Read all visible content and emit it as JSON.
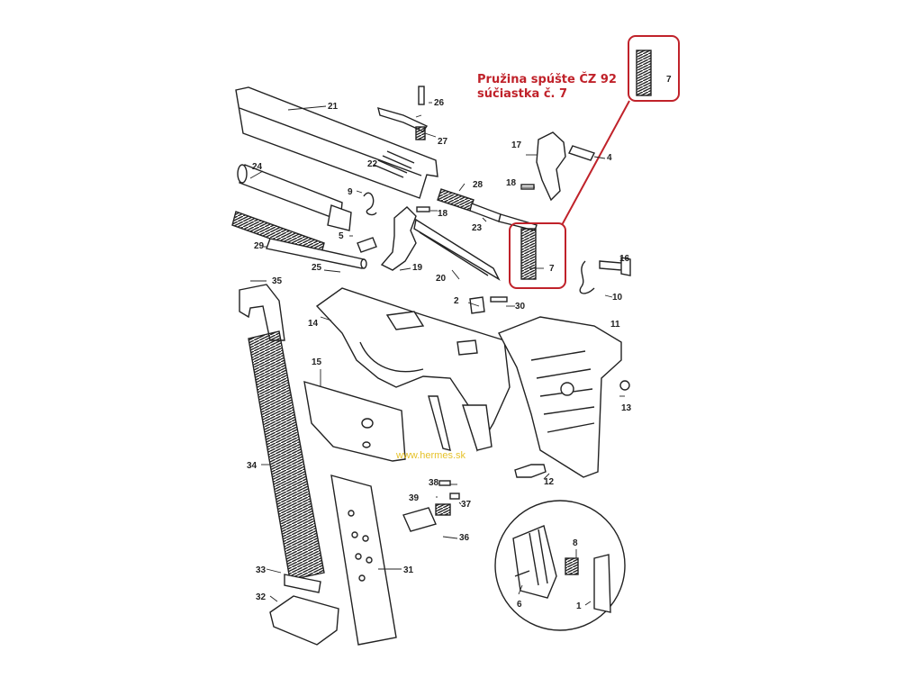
{
  "annotation": {
    "line1": "Pružina spúšte  ČZ 92",
    "line2": "súčiastka č. 7",
    "color": "#c0222a"
  },
  "watermark": {
    "text": "www.hermes.sk",
    "color": "#e6c22a"
  },
  "parts": {
    "p1": "1",
    "p2": "2",
    "p4": "4",
    "p5": "5",
    "p6": "6",
    "p7a": "7",
    "p7b": "7",
    "p8": "8",
    "p9": "9",
    "p10": "10",
    "p11": "11",
    "p12": "12",
    "p13": "13",
    "p14": "14",
    "p15": "15",
    "p16": "16",
    "p17": "17",
    "p18a": "18",
    "p18b": "18",
    "p19": "19",
    "p20": "20",
    "p21": "21",
    "p22": "22",
    "p23": "23",
    "p24": "24",
    "p25": "25",
    "p26": "26",
    "p27": "27",
    "p28": "28",
    "p29": "29",
    "p30": "30",
    "p31": "31",
    "p32": "32",
    "p33": "33",
    "p34": "34",
    "p35": "35",
    "p36": "36",
    "p37": "37",
    "p38": "38",
    "p39": "39"
  }
}
